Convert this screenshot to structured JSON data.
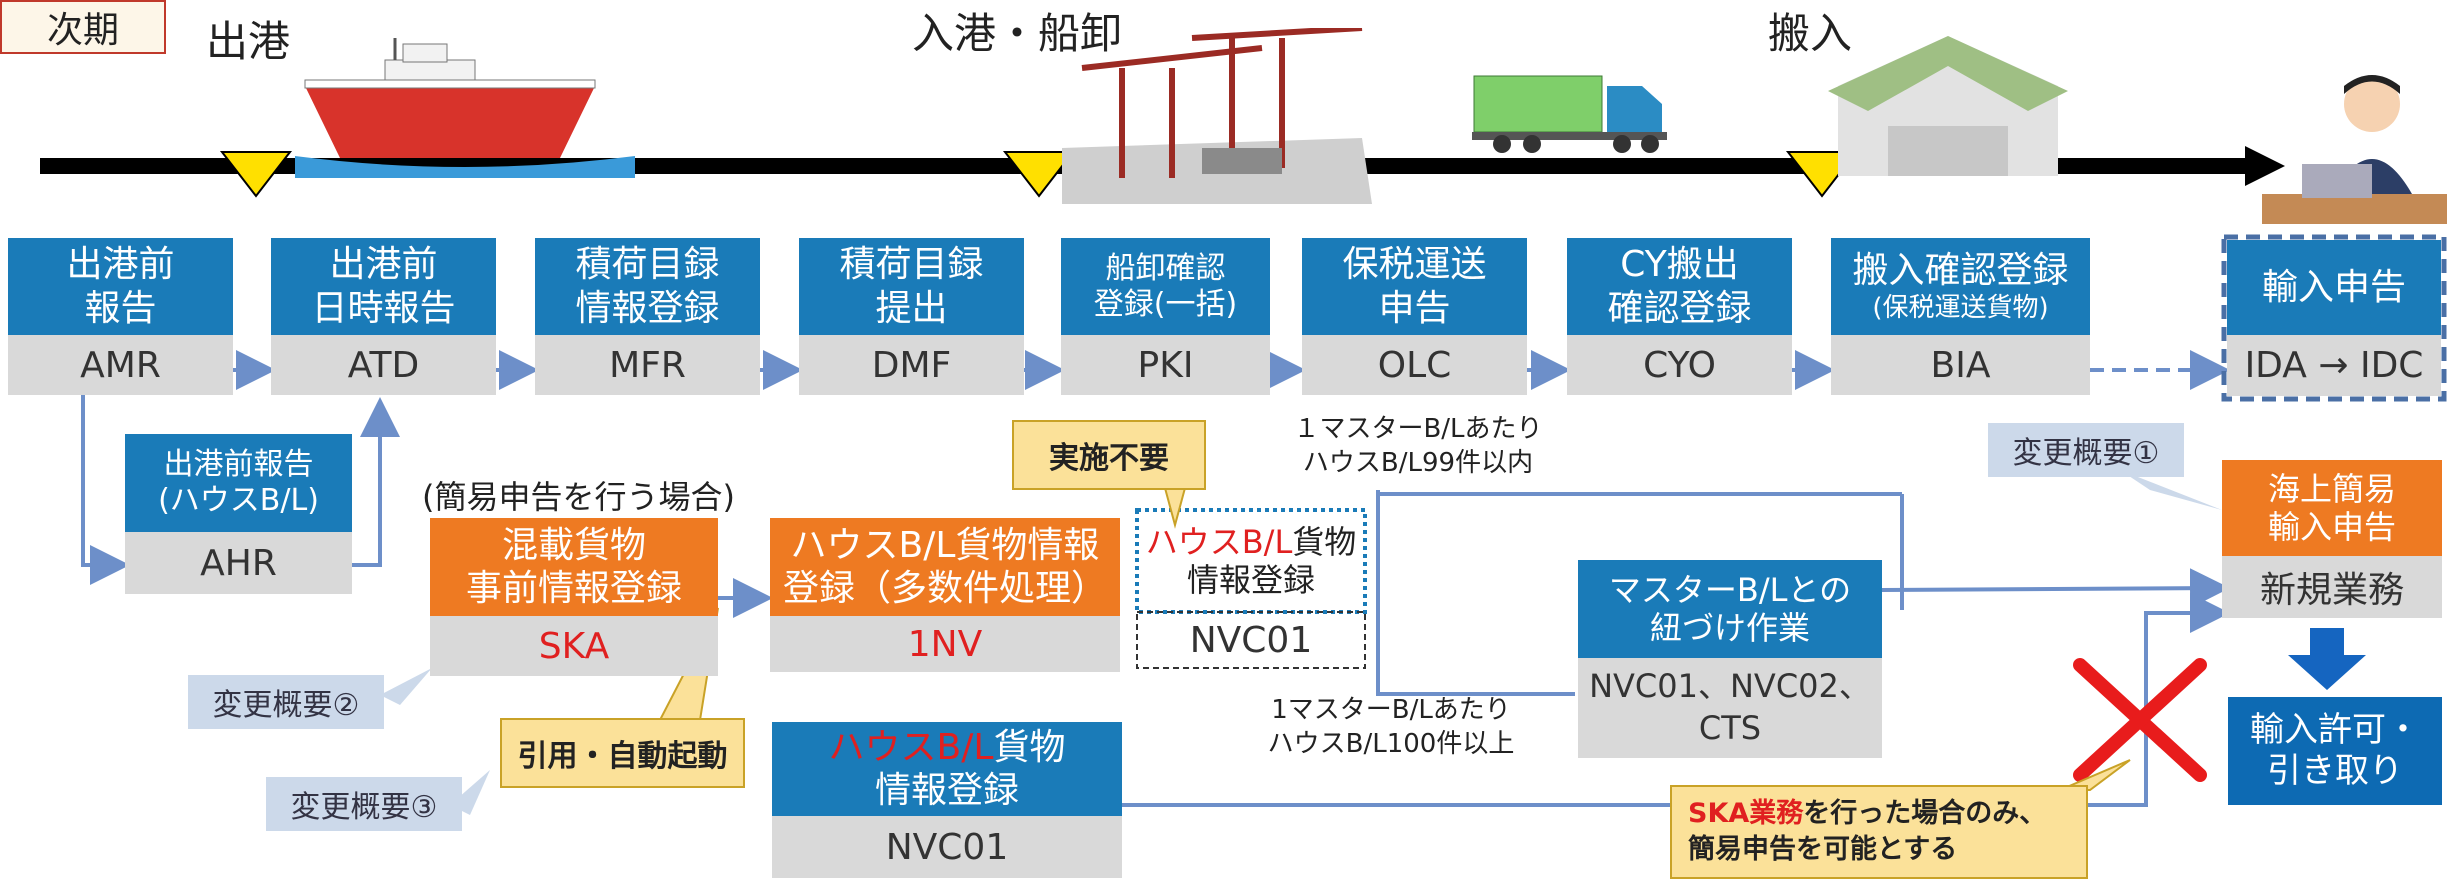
{
  "tag": "次期",
  "stages": {
    "departure": "出港",
    "arrival": "入港・船卸",
    "carry_in": "搬入"
  },
  "row1": [
    {
      "top1": "出港前",
      "top2": "報告",
      "code": "AMR"
    },
    {
      "top1": "出港前",
      "top2": "日時報告",
      "code": "ATD"
    },
    {
      "top1": "積荷目録",
      "top2": "情報登録",
      "code": "MFR"
    },
    {
      "top1": "積荷目録",
      "top2": "提出",
      "code": "DMF"
    },
    {
      "top1": "船卸確認",
      "top2": "登録(一括)",
      "code": "PKI"
    },
    {
      "top1": "保税運送",
      "top2": "申告",
      "code": "OLC"
    },
    {
      "top1": "CY搬出",
      "top2": "確認登録",
      "code": "CYO"
    },
    {
      "top1": "搬入確認登録",
      "top2": "(保税運送貨物)",
      "code": "BIA"
    }
  ],
  "import_decl": {
    "title": "輸入申告",
    "code": "IDA → IDC"
  },
  "ahr": {
    "top1": "出港前報告",
    "top2": "(ハウスB/L)",
    "code": "AHR"
  },
  "ska": {
    "note": "(簡易申告を行う場合)",
    "top1": "混載貨物",
    "top2": "事前情報登録",
    "code": "SKA"
  },
  "one_nv": {
    "top1": "ハウスB/L貨物情報",
    "top2": "登録（多数件処理）",
    "code": "1NV"
  },
  "nvc_small": {
    "red": "ハウスB/L",
    "rest": "貨物",
    "line2": "情報登録",
    "code": "NVC01"
  },
  "nvc_bottom": {
    "red": "ハウスB/L",
    "rest": "貨物",
    "line2": "情報登録",
    "code": "NVC01"
  },
  "master": {
    "top1": "マスターB/Lとの",
    "top2": "紐づけ作業",
    "code1": "NVC01、NVC02、",
    "code2": "CTS"
  },
  "sea_simple": {
    "top1": "海上簡易",
    "top2": "輸入申告",
    "code": "新規業務"
  },
  "permit": {
    "line1": "輸入許可・",
    "line2": "引き取り"
  },
  "labels": {
    "under99_1": "１マスターB/Lあたり",
    "under99_2": "ハウスB/L99件以内",
    "over100_1": "1マスターB/Lあたり",
    "over100_2": "ハウスB/L100件以上"
  },
  "callouts": {
    "not_needed": "実施不要",
    "auto_start": "引用・自動起動",
    "ska_red": "SKA業務",
    "ska_rest": "を行った場合のみ、",
    "ska_line2": "簡易申告を可能とする"
  },
  "notes": {
    "change1": "変更概要①",
    "change2": "変更概要②",
    "change3": "変更概要③"
  },
  "colors": {
    "blue": "#1a7bb8",
    "orange": "#ee7a22",
    "gray": "#d9d9d9",
    "arrow": "#6d8fc9",
    "red": "#e02020"
  }
}
